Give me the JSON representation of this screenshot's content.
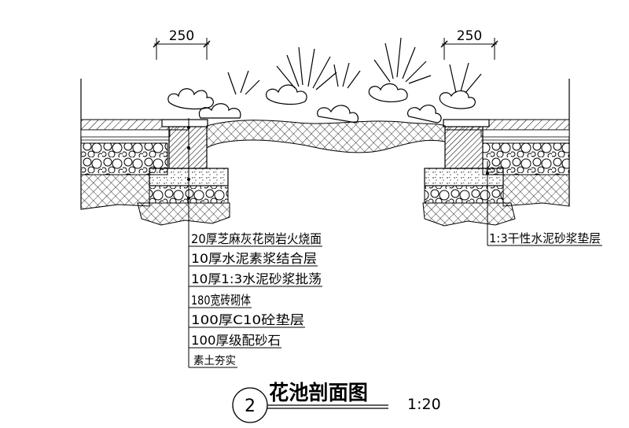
{
  "dimensions": {
    "left": "250",
    "right": "250"
  },
  "callouts_left": [
    "20厚芝麻灰花岗岩火烧面",
    "10厚水泥素浆结合层",
    "10厚1:3水泥砂浆批荡",
    "180宽砖砌体",
    "100厚C10砼垫层",
    "100厚级配砂石",
    "素土夯实"
  ],
  "callout_right": "1:3干性水泥砂浆垫层",
  "title": {
    "number": "2",
    "name": "花池剖面图",
    "scale": "1:20"
  }
}
